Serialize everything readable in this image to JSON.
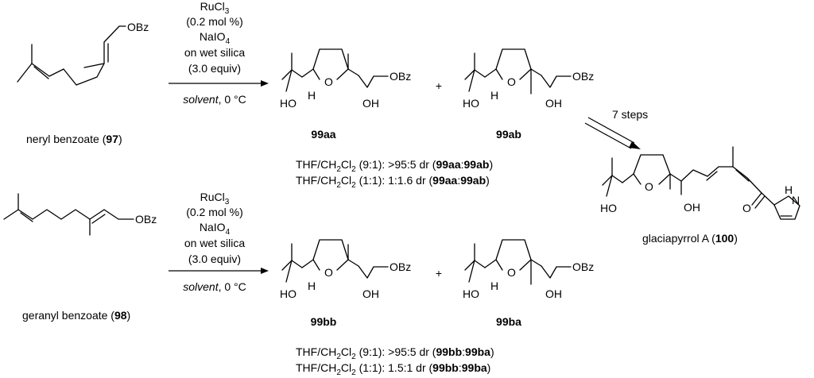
{
  "top": {
    "reagents": [
      "RuCl",
      "3",
      "(0.2 mol %)",
      "NaIO",
      "4",
      "on wet silica",
      "(3.0 equiv)"
    ],
    "conditions": {
      "solvent": "solvent",
      "temp": ", 0 °C"
    },
    "start_name": "neryl benzoate (",
    "start_id": "97",
    "close": ")",
    "product_a": "99aa",
    "product_b": "99ab",
    "plus": "+",
    "dr1": {
      "pre": "THF/CH",
      "sub": "2",
      "mid": "Cl",
      "sub2": "2",
      "ratio": " (9:1): >95:5 dr (",
      "a": "99aa",
      "sep": ":",
      "b": "99ab",
      "end": ")"
    },
    "dr2": {
      "pre": "THF/CH",
      "sub": "2",
      "mid": "Cl",
      "sub2": "2",
      "ratio": " (1:1):  1:1.6 dr (",
      "a": "99aa",
      "sep": ":",
      "b": "99ab",
      "end": ")"
    }
  },
  "bottom": {
    "reagents": [
      "RuCl",
      "3",
      "(0.2 mol %)",
      "NaIO",
      "4",
      "on wet silica",
      "(3.0 equiv)"
    ],
    "conditions": {
      "solvent": "solvent",
      "temp": ", 0 °C"
    },
    "start_name": "geranyl benzoate (",
    "start_id": "98",
    "close": ")",
    "product_a": "99bb",
    "product_b": "99ba",
    "plus": "+",
    "dr1": {
      "pre": "THF/CH",
      "sub": "2",
      "mid": "Cl",
      "sub2": "2",
      "ratio": " (9:1): >95:5 dr (",
      "a": "99bb",
      "sep": ":",
      "b": "99ba",
      "end": ")"
    },
    "dr2": {
      "pre": "THF/CH",
      "sub": "2",
      "mid": "Cl",
      "sub2": "2",
      "ratio": " (1:1):  1.5:1 dr (",
      "a": "99bb",
      "sep": ":",
      "b": "99ba",
      "end": ")"
    }
  },
  "steps": "7 steps",
  "target": {
    "name": "glaciapyrrol A (",
    "id": "100",
    "close": ")"
  },
  "atoms": {
    "obz": "OBz",
    "ho": "HO",
    "oh": "OH",
    "o": "O",
    "h": "H",
    "nh": "H",
    "n": "N"
  }
}
